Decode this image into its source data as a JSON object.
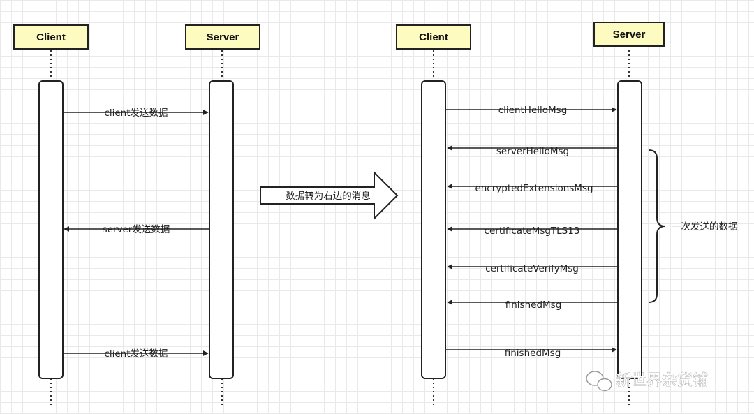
{
  "left_diagram": {
    "client_label": "Client",
    "server_label": "Server",
    "messages": [
      {
        "label": "client发送数据",
        "direction": "to_server"
      },
      {
        "label": "server发送数据",
        "direction": "to_client"
      },
      {
        "label": "client发送数据",
        "direction": "to_server"
      }
    ]
  },
  "transition_arrow": {
    "label": "数据转为右边的消息"
  },
  "right_diagram": {
    "client_label": "Client",
    "server_label": "Server",
    "messages": [
      {
        "label": "clientHelloMsg",
        "direction": "to_server"
      },
      {
        "label": "serverHelloMsg",
        "direction": "to_client"
      },
      {
        "label": "encryptedExtensionsMsg",
        "direction": "to_client"
      },
      {
        "label": "certificateMsgTLS13",
        "direction": "to_client"
      },
      {
        "label": "certificateVerifyMsg",
        "direction": "to_client"
      },
      {
        "label": "finishedMsg",
        "direction": "to_client"
      },
      {
        "label": "finishedMsg",
        "direction": "to_server"
      }
    ],
    "brace_label": "一次发送的数据"
  },
  "watermark": {
    "text": "新世界杂货铺",
    "icon": "wechat-icon"
  },
  "colors": {
    "actor_fill": "#fefbc1",
    "stroke": "#222222"
  }
}
